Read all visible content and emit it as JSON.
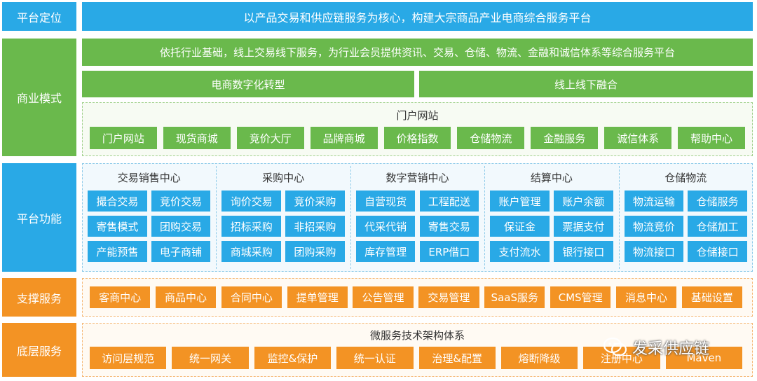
{
  "rows": {
    "positioning": {
      "label": "平台定位",
      "text": "以产品交易和供应链服务为核心，构建大宗商品产业电商综合服务平台"
    },
    "business": {
      "label": "商业模式",
      "banner": "依托行业基础，线上交易线下服务，为行业会员提供资讯、交易、仓储、物流、金融和诚信体系等综合服务平台",
      "left": "电商数字化转型",
      "right": "线上线下融合",
      "portal_title": "门户网站",
      "portal_items": [
        "门户网站",
        "现货商城",
        "竞价大厅",
        "品牌商城",
        "价格指数",
        "仓储物流",
        "金融服务",
        "诚信体系",
        "帮助中心"
      ]
    },
    "functions": {
      "label": "平台功能",
      "groups": [
        {
          "title": "交易销售中心",
          "items": [
            "撮合交易",
            "竞价交易",
            "寄售模式",
            "团购交易",
            "产能预售",
            "电子商铺"
          ]
        },
        {
          "title": "采购中心",
          "items": [
            "询价交易",
            "竞价采购",
            "招标采购",
            "非招采购",
            "商城采购",
            "团购采购"
          ]
        },
        {
          "title": "数字营销中心",
          "items": [
            "自营现货",
            "工程配送",
            "代采代销",
            "寄售交易",
            "库存管理",
            "ERP借口"
          ]
        },
        {
          "title": "结算中心",
          "items": [
            "账户管理",
            "账户余额",
            "保证金",
            "票据支付",
            "支付流水",
            "银行接口"
          ]
        },
        {
          "title": "仓储物流",
          "items": [
            "物流运输",
            "仓储服务",
            "物流竞价",
            "仓储加工",
            "物流接口",
            "仓储接口"
          ]
        }
      ]
    },
    "support": {
      "label": "支撑服务",
      "items": [
        "客商中心",
        "商品中心",
        "合同中心",
        "提单管理",
        "公告管理",
        "交易管理",
        "SaaS服务",
        "CMS管理",
        "消息中心",
        "基础设置"
      ]
    },
    "base": {
      "label": "底层服务",
      "title": "微服务技术架构体系",
      "items": [
        "访问层规范",
        "统一网关",
        "监控&保护",
        "统一认证",
        "治理&配置",
        "熔断降级",
        "注册中心",
        "Maven"
      ]
    }
  },
  "watermark": {
    "text": "发采供应链",
    "icon": "wechat-icon"
  },
  "colors": {
    "blue": "#29a9e6",
    "green": "#6ab94c",
    "orange": "#f39324"
  }
}
